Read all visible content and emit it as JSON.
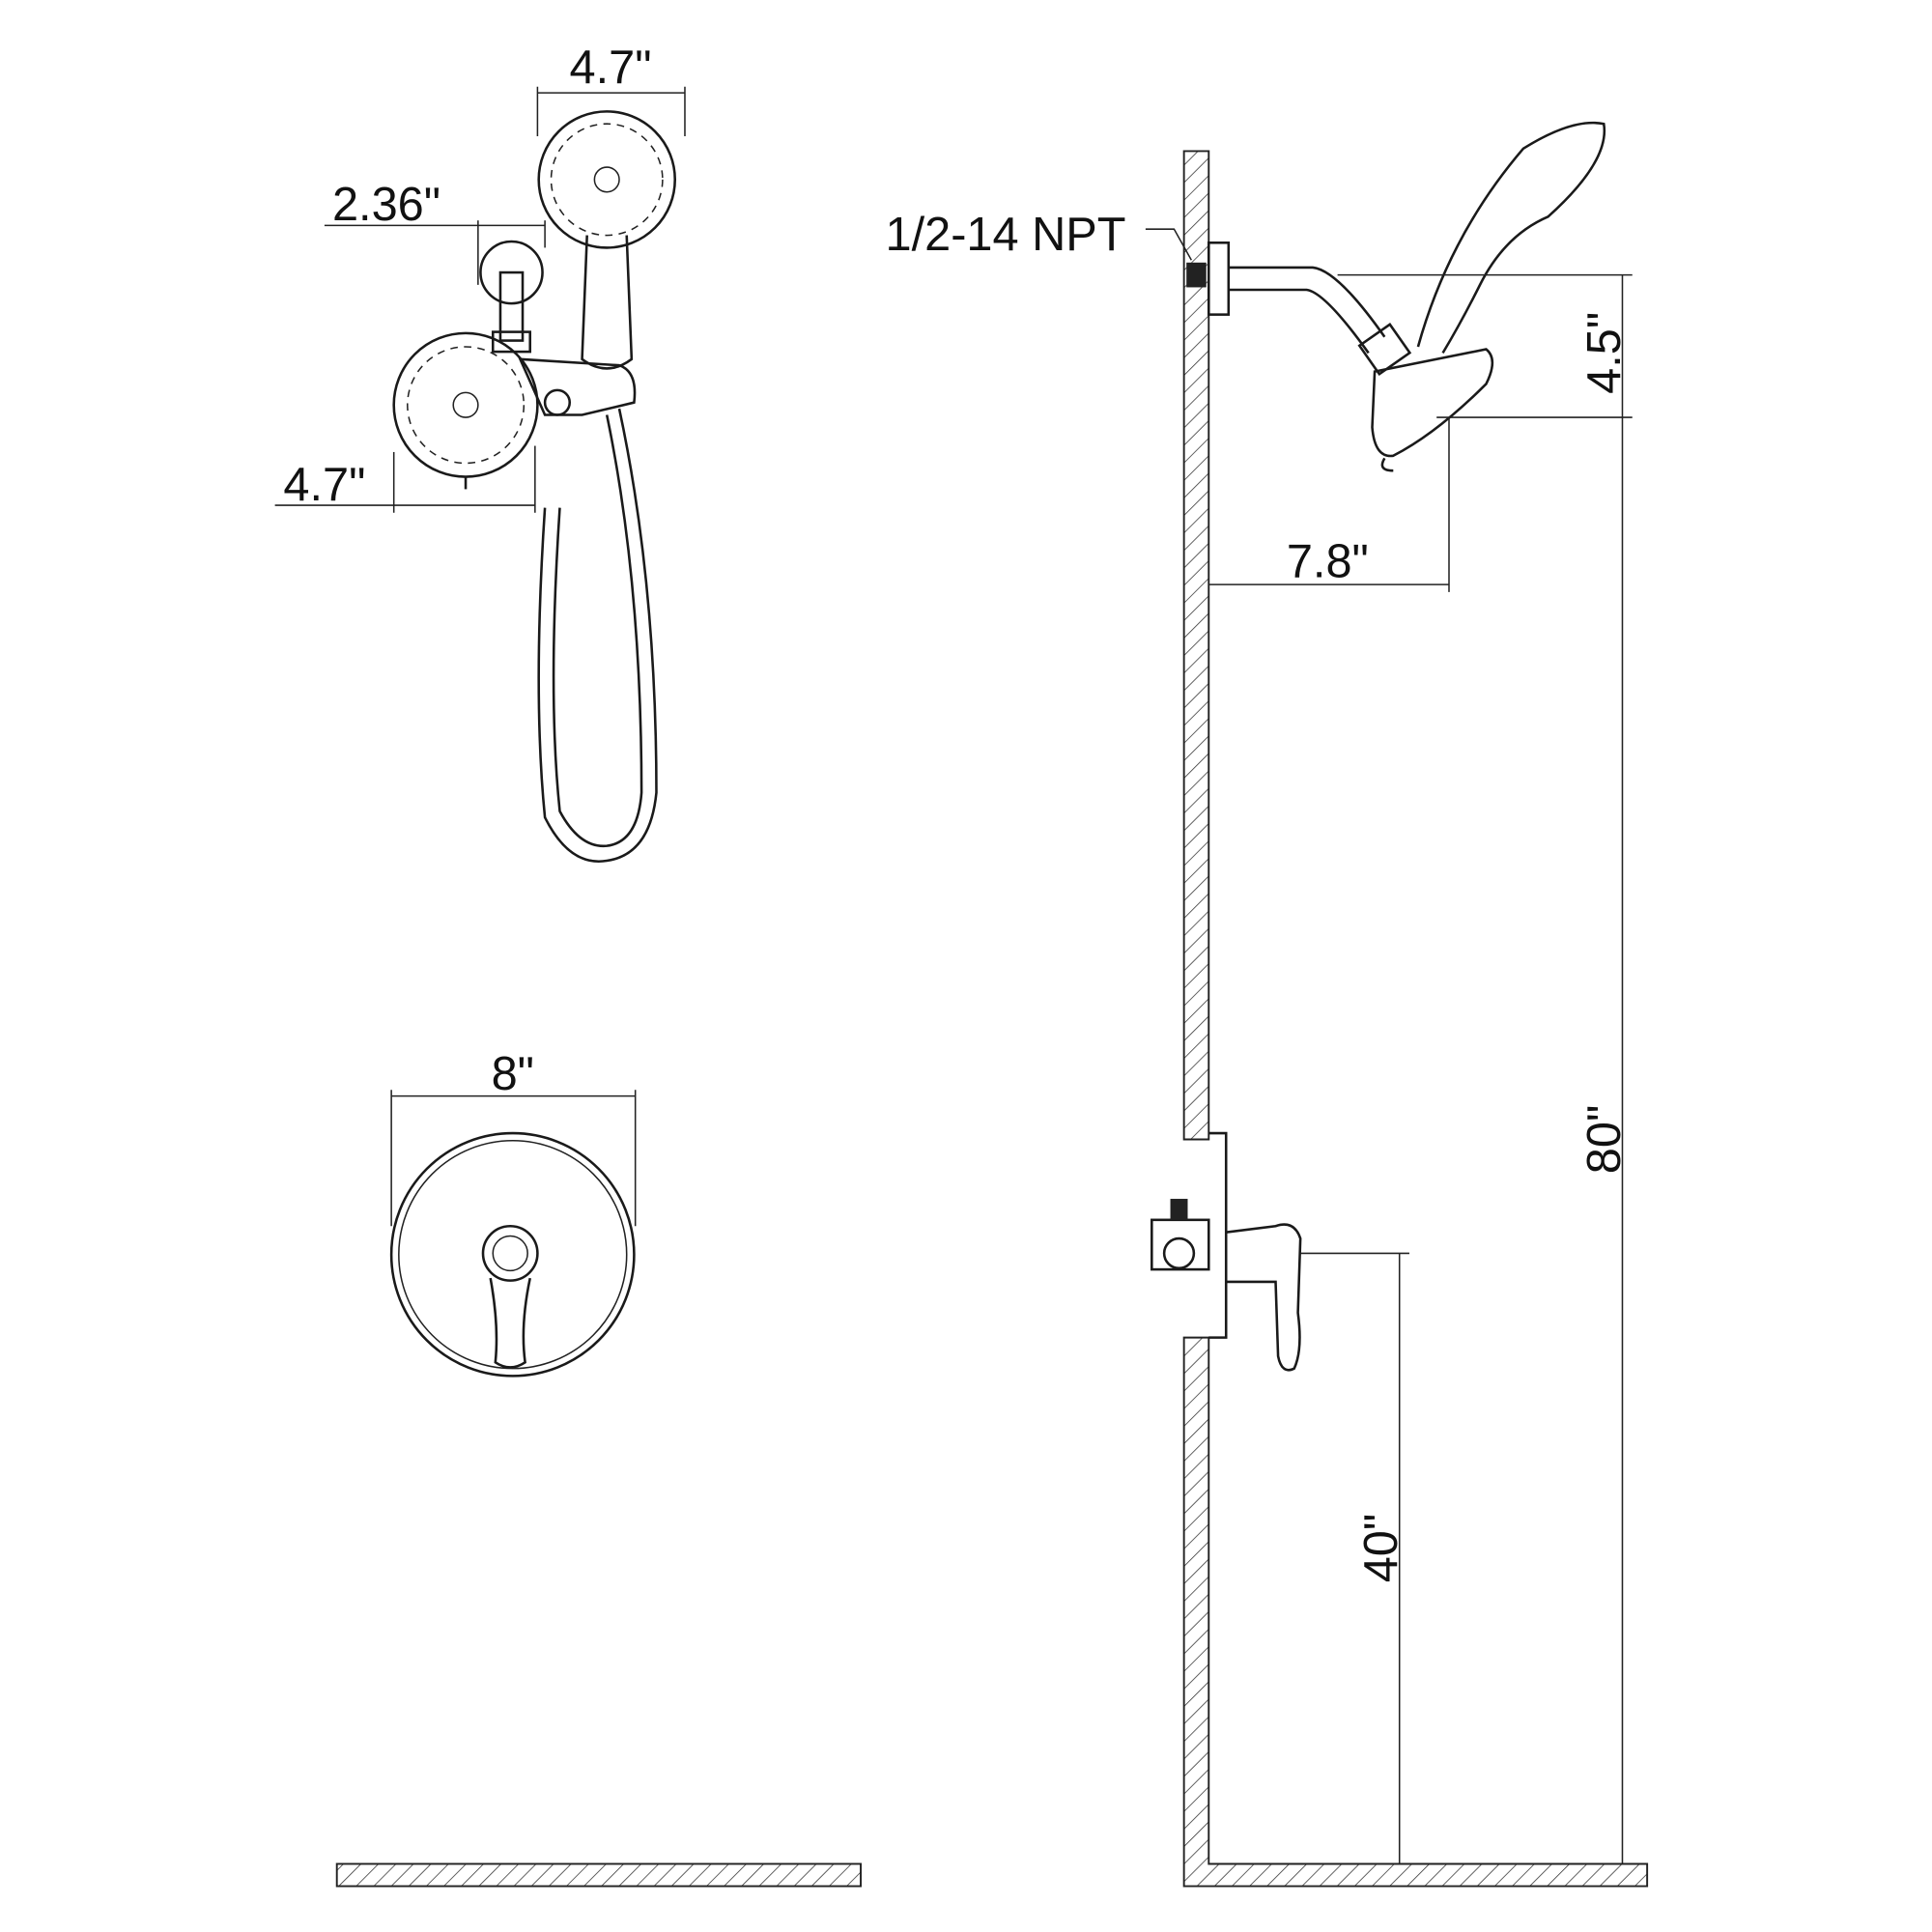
{
  "diagram": {
    "front_view": {
      "handheld_width": "4.7\"",
      "arm_offset": "2.36\"",
      "fixed_head_width": "4.7\"",
      "trim_plate_diameter": "8\""
    },
    "side_view": {
      "thread_label": "1/2-14 NPT",
      "head_drop": "4.5\"",
      "arm_reach": "7.8\"",
      "head_height": "80\"",
      "valve_height": "40\""
    }
  }
}
